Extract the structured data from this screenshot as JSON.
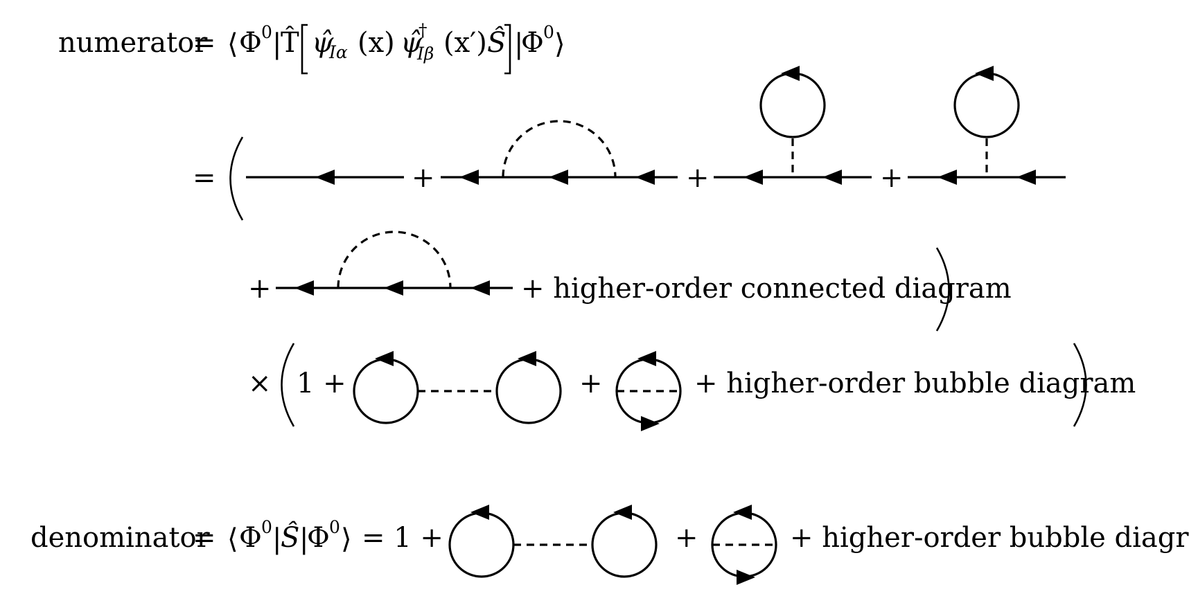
{
  "numerator": {
    "label": "numerator",
    "eq": "=",
    "langle": "⟨",
    "phi": "Φ",
    "zero_sup": "0",
    "bar": "|",
    "T_hat": "T̂",
    "psi1": "ψ̂",
    "sub1": "Iα",
    "x1": "(x)",
    "psi2": "ψ̂",
    "dagger": "†",
    "sub2": "Iβ",
    "x2": "(x′)",
    "S_hat": "Ŝ",
    "phi_end": "Φ",
    "zero_end": "0",
    "rangle": "⟩"
  },
  "connected_row": {
    "eq": "=",
    "plus1": "+",
    "plus2": "+",
    "plus3": "+",
    "plus4": "+",
    "higher": "+ higher-order connected diagram"
  },
  "bubble_row": {
    "times": "×",
    "one_plus": "1 +",
    "plus": "+",
    "higher": "+ higher-order bubble diagram"
  },
  "denominator": {
    "label": "denominator",
    "eq": "=",
    "langle": "⟨",
    "phi": "Φ",
    "zero_sup": "0",
    "bar1": "|",
    "S_hat": "Ŝ",
    "bar2": "|",
    "phi_end": "Φ",
    "zero_end": "0",
    "rangle": "⟩",
    "eq_one_plus": "= 1 +",
    "plus": "+",
    "higher": "+ higher-order bubble diagram"
  }
}
